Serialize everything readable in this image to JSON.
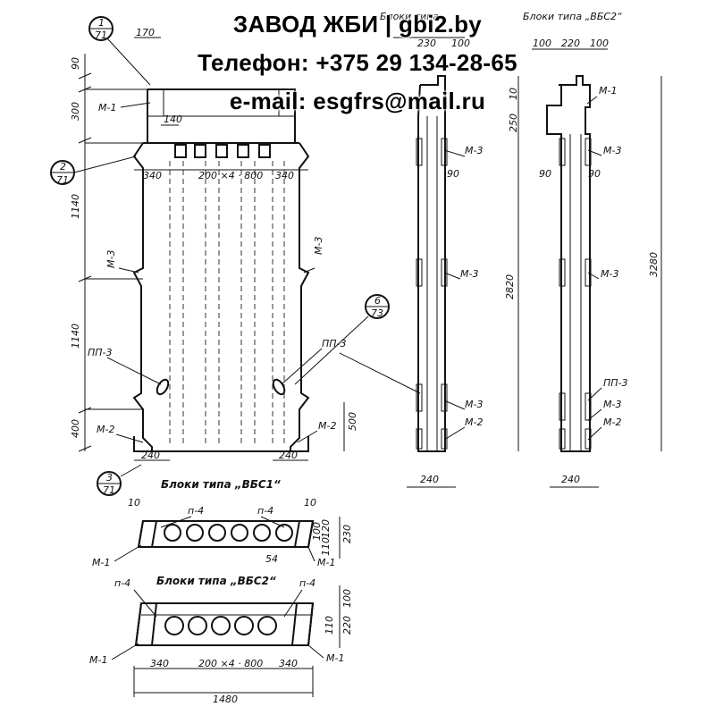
{
  "watermark": {
    "line1": "ЗАВОД ЖБИ | gbi2.by",
    "line2": "Телефон: +375 29 134-28-65",
    "line3": "e-mail: esgfrs@mail.ru"
  },
  "titles": {
    "vbs1_partial": "Блоки типа",
    "vbs2_top": "Блоки типа „ВБС2“",
    "vbs1_section": "Блоки типа „ВБС1“",
    "vbs2_section": "Блоки типа „ВБС2“"
  },
  "callouts": [
    {
      "num": "1",
      "den": "71"
    },
    {
      "num": "2",
      "den": "71"
    },
    {
      "num": "6",
      "den": "73"
    },
    {
      "num": "3",
      "den": "71"
    }
  ],
  "marks": {
    "m1": "М-1",
    "m2": "М-2",
    "m3": "М-3",
    "pp3": "ПП-3",
    "p4": "п-4"
  },
  "dims": {
    "d170": "170",
    "d90": "90",
    "d300": "300",
    "d140": "140",
    "d340": "340",
    "d200x4x800": "200 ×4 · 800",
    "d1140": "1140",
    "d400": "400",
    "d500": "500",
    "d240": "240",
    "d230": "230",
    "d100": "100",
    "d220": "220",
    "d250": "250",
    "d10": "10",
    "d2820": "2820",
    "d3280": "3280",
    "d54": "54",
    "d1480": "1480",
    "d120": "120",
    "d110": "110"
  }
}
